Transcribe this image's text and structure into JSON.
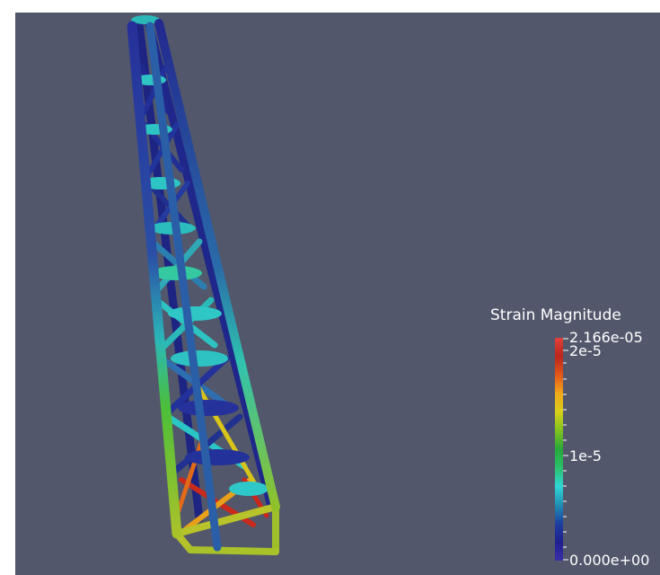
{
  "legend": {
    "title": "Strain Magnitude",
    "max_label": "2.166e-05",
    "tick_2e5": "2e-5",
    "tick_1e5": "1e-5",
    "min_label": "0.000e+00"
  },
  "colormap": [
    "#3a2fa8",
    "#1f1f8f",
    "#1e3fa0",
    "#1f8fb5",
    "#2fd6d6",
    "#2bc06a",
    "#28a83a",
    "#7fc21f",
    "#d6d01a",
    "#f0a81a",
    "#e2571a",
    "#b8261c",
    "#e0403a"
  ],
  "colors": {
    "background": "#52576b",
    "strain_low": "#1f2a8c",
    "strain_mid": "#2fc9c9",
    "strain_high": "#c9281c"
  }
}
